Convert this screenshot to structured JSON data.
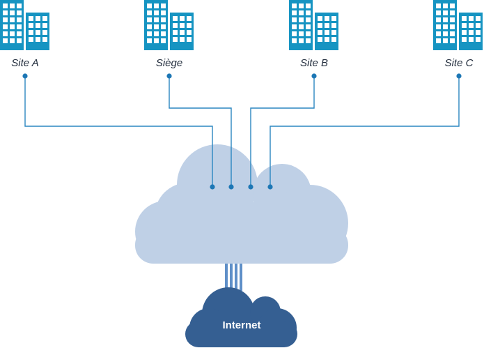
{
  "sites": [
    {
      "id": "site-a",
      "label": "Site A"
    },
    {
      "id": "siege",
      "label": "Siège"
    },
    {
      "id": "site-b",
      "label": "Site B"
    },
    {
      "id": "site-c",
      "label": "Site C"
    }
  ],
  "internet": {
    "label": "Internet"
  },
  "colors": {
    "building": "#1694c2",
    "wire": "#2a86c0",
    "dot": "#1d77b5",
    "wan_cloud": "#bfd0e6",
    "internet_cloud": "#355f92",
    "internet_links": "#5f8fc8"
  }
}
